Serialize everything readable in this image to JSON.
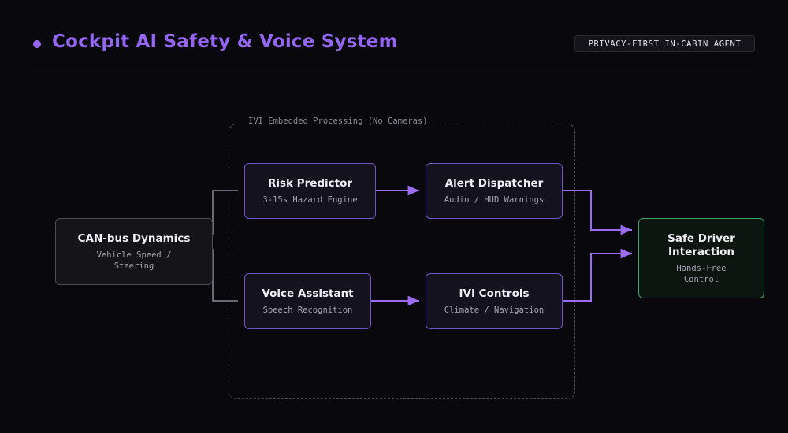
{
  "header": {
    "title": "Cockpit AI Safety & Voice System",
    "badge": "PRIVACY-FIRST IN-CABIN AGENT"
  },
  "group": {
    "label": "IVI Embedded Processing (No Cameras)"
  },
  "nodes": {
    "can": {
      "title": "CAN-bus Dynamics",
      "subtitle": "Vehicle Speed / Steering"
    },
    "risk": {
      "title": "Risk Predictor",
      "subtitle": "3-15s Hazard Engine"
    },
    "voice": {
      "title": "Voice Assistant",
      "subtitle": "Speech Recognition"
    },
    "alert": {
      "title": "Alert Dispatcher",
      "subtitle": "Audio / HUD Warnings"
    },
    "ivi": {
      "title": "IVI Controls",
      "subtitle": "Climate / Navigation"
    },
    "safe": {
      "title": "Safe Driver Interaction",
      "subtitle": "Hands-Free Control"
    }
  },
  "colors": {
    "accent": "#9466f2",
    "flow_arrow": "#9c6cf6",
    "input_connector": "#8a8894",
    "output_node_border": "#3aa46a"
  }
}
